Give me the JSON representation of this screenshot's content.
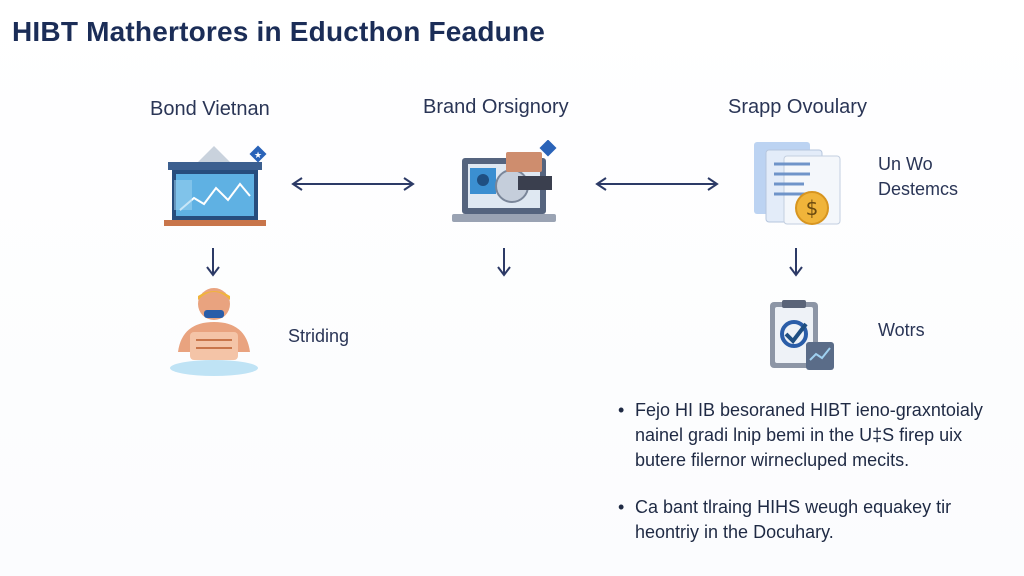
{
  "page": {
    "title": "HIBT Mathertores in Educthon Feadune"
  },
  "columns": [
    {
      "label": "Bond Vietnan",
      "icon": "bank-building-icon"
    },
    {
      "label": "Brand Orsignory",
      "icon": "laptop-icon"
    },
    {
      "label": "Srapp Ovoulary",
      "icon": "documents-coin-icon"
    }
  ],
  "side_labels": {
    "documents_line1": "Un Wo",
    "documents_line2": "Destemcs",
    "student": "Striding",
    "checklist": "Wotrs"
  },
  "bullets": [
    {
      "lines": [
        "Fejo HI IB besoraned HIBT ieno-graxntoialy",
        "nainel gradi lnip bemi in the U‡S firep uix",
        "butere filernor wirnecluped mecits."
      ]
    },
    {
      "lines": [
        "Ca bant tlraing HIHS weugh equakey tir",
        "heontriy in the Docuhary."
      ]
    }
  ],
  "colors": {
    "navy": "#1b2d57",
    "arrow": "#2c3a66",
    "accent_blue": "#3d8fd6",
    "coin": "#f0b43a",
    "skin": "#e9a37f"
  }
}
